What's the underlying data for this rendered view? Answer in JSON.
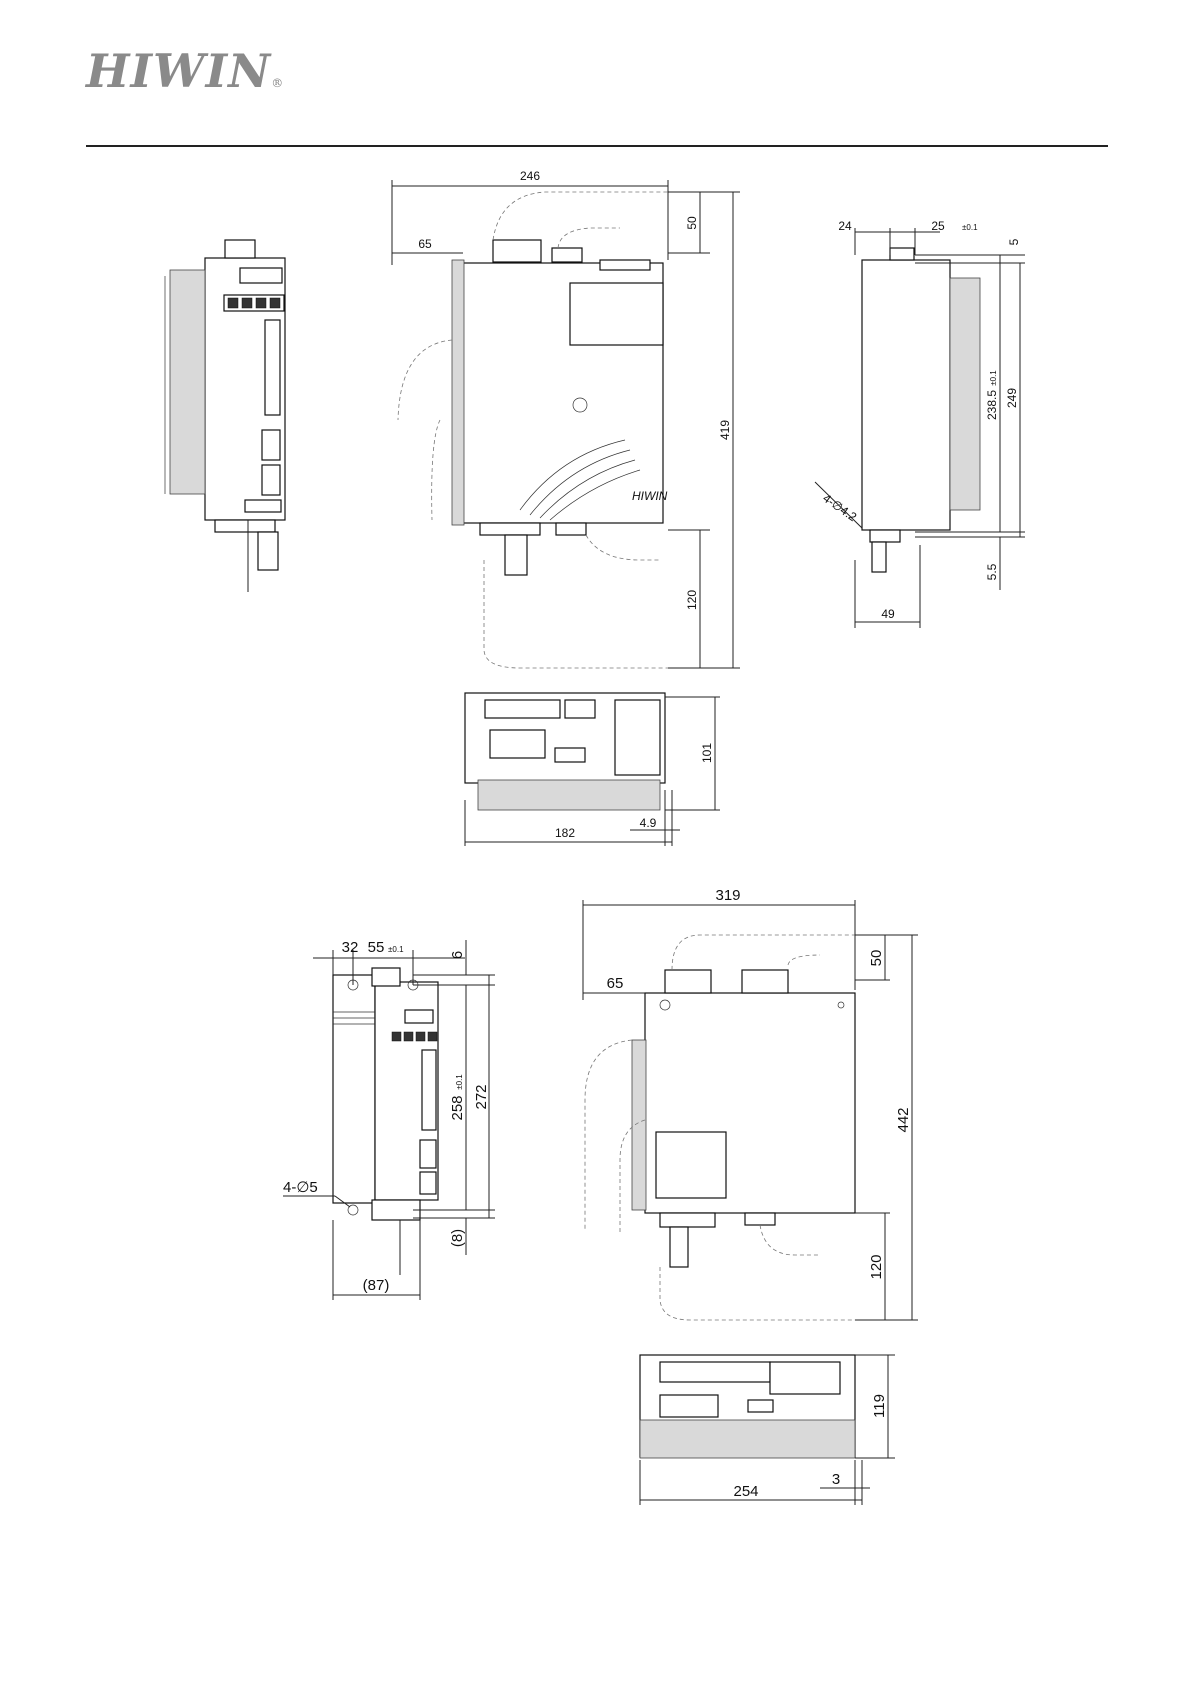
{
  "header": {
    "brand": "HIWIN",
    "registered": "®"
  },
  "drawing_top": {
    "side_view_dims": {
      "width": "246",
      "offset_left": "65",
      "top_clearance": "50",
      "height": "419",
      "bottom_clearance": "120"
    },
    "right_view_dims": {
      "left": "24",
      "pitch": "25",
      "pitch_tol": "±0.1",
      "top": "5",
      "mount_height": "238.5",
      "mount_tol": "±0.1",
      "height": "249",
      "hole": "4-∅4.2",
      "bottom": "5.5",
      "depth": "49"
    },
    "bottom_view_dims": {
      "depth": "101",
      "width": "182",
      "offset": "4.9"
    },
    "logo_on_case": "HIWIN"
  },
  "drawing_bottom": {
    "front_view_dims": {
      "left": "32",
      "pitch": "55",
      "pitch_tol": "±0.1",
      "top": "6",
      "mount_height": "258",
      "mount_tol": "±0.1",
      "height": "272",
      "hole": "4-∅5",
      "bottom": "(8)",
      "depth": "(87)"
    },
    "side_view_dims": {
      "width": "319",
      "offset_left": "65",
      "top_clearance": "50",
      "height": "442",
      "bottom_clearance": "120"
    },
    "bottom_view_dims": {
      "depth": "119",
      "offset": "3",
      "width": "254"
    }
  }
}
